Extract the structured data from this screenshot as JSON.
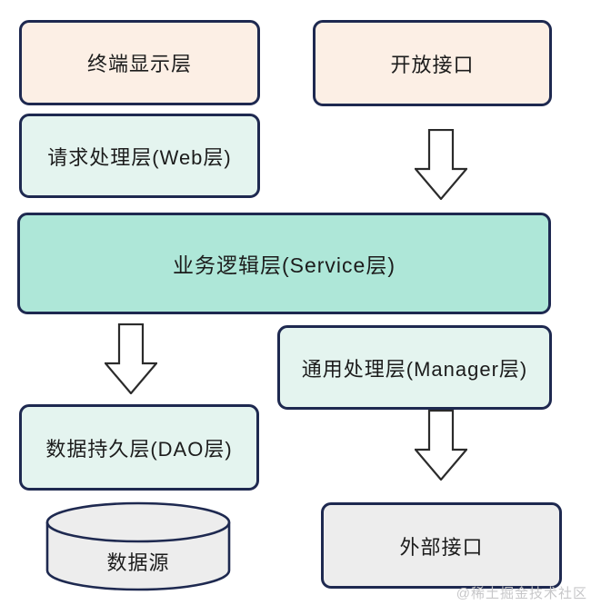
{
  "diagram": {
    "nodes": {
      "terminal": {
        "label": "终端显示层"
      },
      "open_api": {
        "label": "开放接口"
      },
      "web": {
        "label": "请求处理层(Web层)"
      },
      "service": {
        "label": "业务逻辑层(Service层)"
      },
      "manager": {
        "label": "通用处理层(Manager层)"
      },
      "dao": {
        "label": "数据持久层(DAO层)"
      },
      "datasource": {
        "label": "数据源"
      },
      "external": {
        "label": "外部接口"
      }
    },
    "icons": {
      "flow_arrow": "down-arrow-icon",
      "datasource_shape": "database-cylinder-icon"
    },
    "colors": {
      "peach_fill": "#fcefe5",
      "mint_fill": "#e4f4ef",
      "teal_fill": "#aee7d8",
      "gray_fill": "#ededed",
      "node_border": "#1e2950",
      "arrow_outline": "#2b2b2b",
      "text": "#1c1c1c",
      "watermark_text": "#c7c7c9",
      "background": "#ffffff"
    },
    "watermark": "@稀土掘金技术社区"
  }
}
